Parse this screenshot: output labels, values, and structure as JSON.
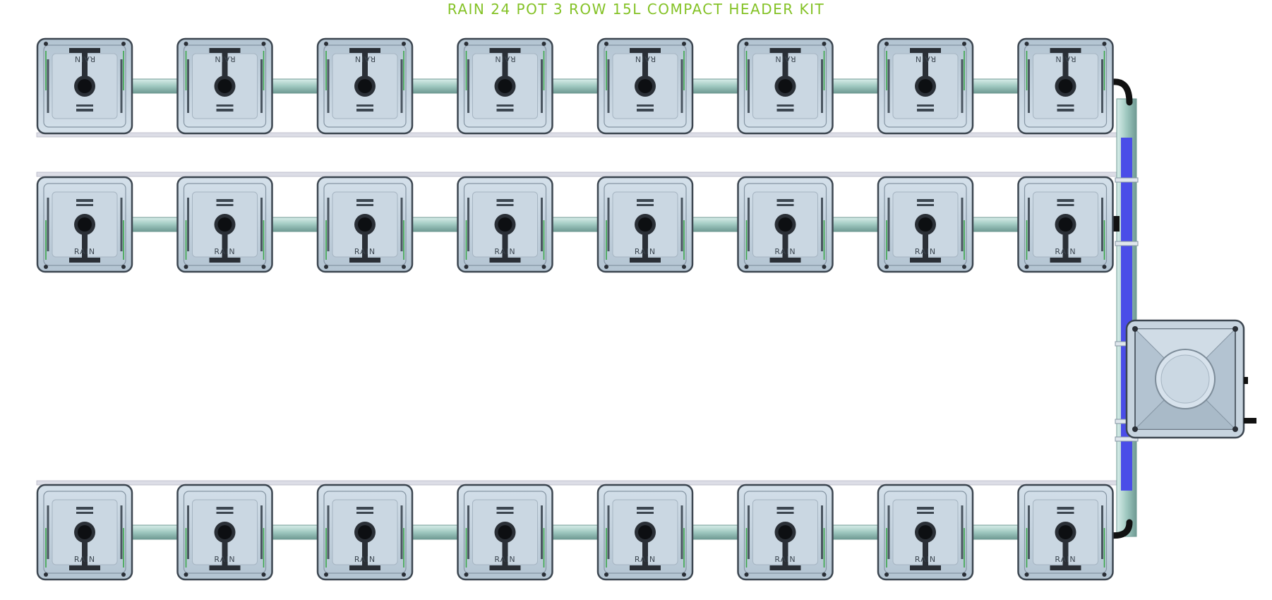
{
  "header": {
    "title": "RAIN 24 POT 3 ROW 15L COMPACT HEADER KIT"
  },
  "pot": {
    "brand": "RAIN"
  },
  "layout": {
    "rows": 3,
    "pots_per_row": 8,
    "total_pots": 24
  },
  "colors": {
    "title": "#84c226",
    "pot_body": "#c1d0dc",
    "pot_edge": "#3c4650",
    "dark_part": "#2a2f36",
    "pipe": "#9fc8c0",
    "manifold": "#4a4de8",
    "feed_line": "#dcdde6",
    "hose": "#111111",
    "fitting": "#3aa64a"
  }
}
